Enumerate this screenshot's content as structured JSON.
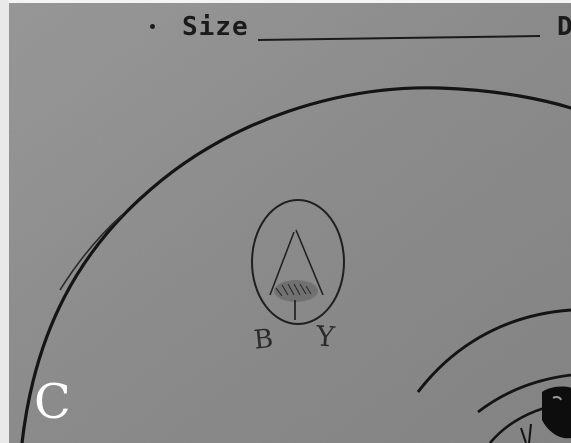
{
  "figure": {
    "panel_letter": "C",
    "form_field_label": "Size",
    "form_edge_letter": "D",
    "handwritten_labels": [
      "B",
      "Y"
    ]
  },
  "colors": {
    "paper": "#8f8f8f",
    "ink": "#1b1b1b",
    "panel_letter": "#ffffff"
  }
}
